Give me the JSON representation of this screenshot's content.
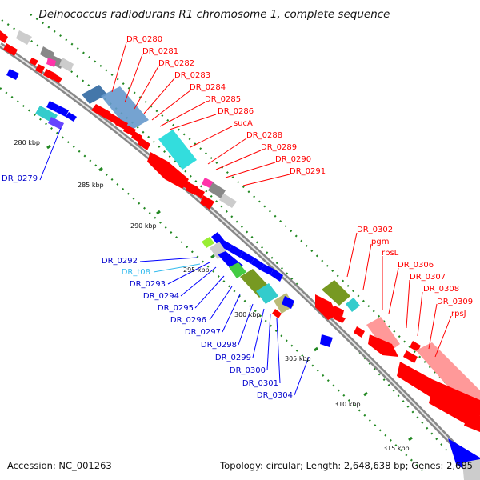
{
  "header": {
    "title": "Deinococcus radiodurans R1 chromosome 1, complete sequence"
  },
  "footer": {
    "accession": "Accession: NC_001263",
    "summary": "Topology: circular; Length: 2,648,638 bp; Genes: 2,685"
  },
  "ticks": [
    "280 kbp",
    "285 kbp",
    "290 kbp",
    "295 kbp",
    "300 kbp",
    "305 kbp",
    "310 kbp",
    "315 kbp"
  ],
  "labels_upper": [
    "DR_0280",
    "DR_0281",
    "DR_0282",
    "DR_0283",
    "DR_0284",
    "DR_0285",
    "DR_0286",
    "sucA",
    "DR_0288",
    "DR_0289",
    "DR_0290",
    "DR_0291"
  ],
  "labels_lower": [
    "DR_0292",
    "DR_t08",
    "DR_0293",
    "DR_0294",
    "DR_0295",
    "DR_0296",
    "DR_0297",
    "DR_0298",
    "DR_0299",
    "DR_0300",
    "DR_0301",
    "DR_0304"
  ],
  "labels_right": [
    "DR_0302",
    "pgm",
    "rpsL",
    "DR_0306",
    "DR_0307",
    "DR_0308",
    "DR_0309",
    "rpsJ"
  ],
  "label_left": "DR_0279",
  "colors": {
    "forward_cds": "#ff0000",
    "reverse_cds": "#0000ff",
    "trna": "#33bbee",
    "backbone": "#888888",
    "tick_mark": "#228822"
  }
}
